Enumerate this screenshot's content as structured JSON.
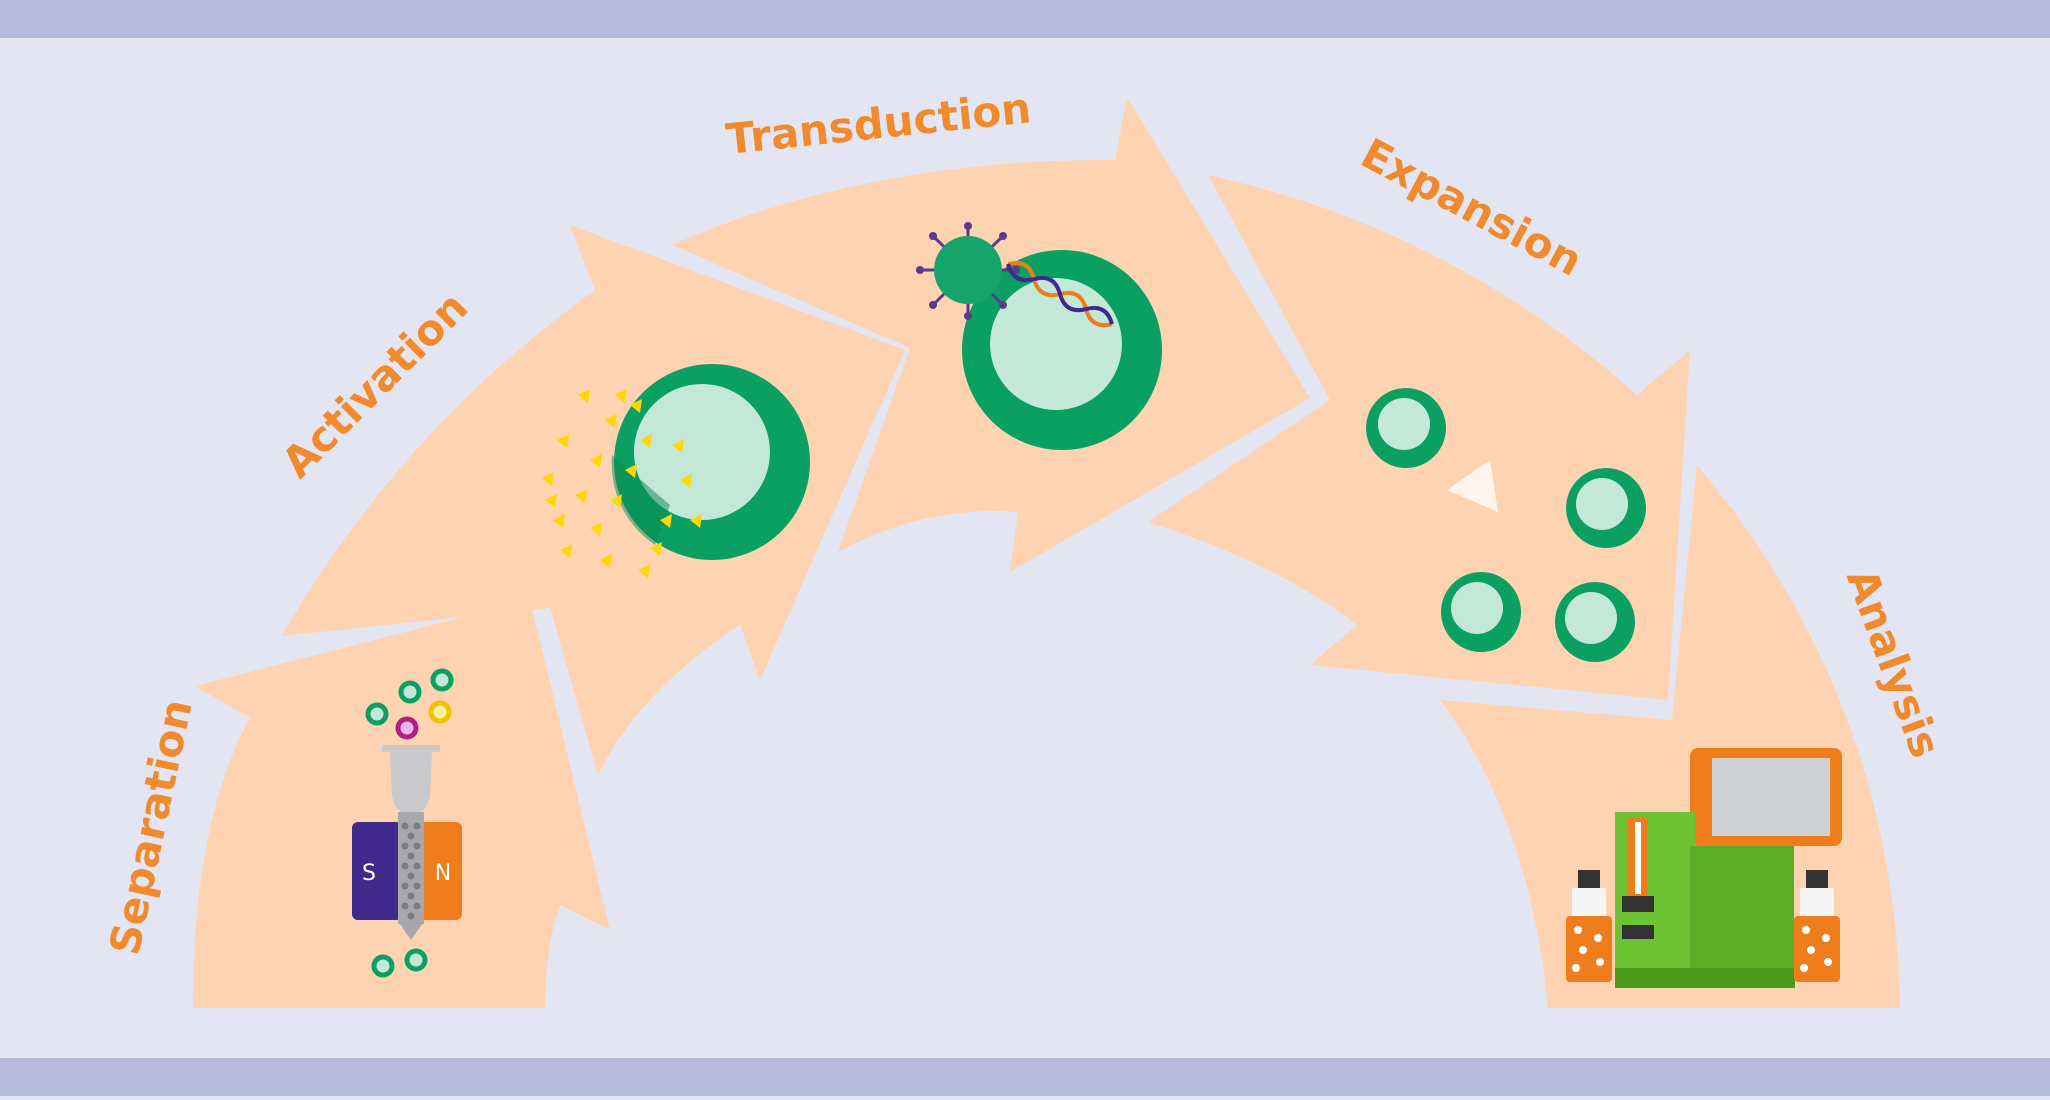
{
  "colors": {
    "background": "#e3e6f2",
    "band": "#b6bbdc",
    "arrow": "#fdd3b2",
    "label": "#f08a2c",
    "cell_ring": "#0aa062",
    "cell_core": "#c4e8d8",
    "antigen": "#ffd800",
    "magnet_s": "#3f2a8c",
    "magnet_n": "#ef7d1c",
    "instrument": "#6cc230",
    "instrument_frame": "#ef7d1c"
  },
  "steps": [
    {
      "label": "Separation",
      "icon": "magnetic-column-icon"
    },
    {
      "label": "Activation",
      "icon": "activated-cell-icon"
    },
    {
      "label": "Transduction",
      "icon": "viral-transduction-icon"
    },
    {
      "label": "Expansion",
      "icon": "cell-expansion-icon"
    },
    {
      "label": "Analysis",
      "icon": "analyzer-instrument-icon"
    }
  ],
  "magnet": {
    "south": "S",
    "north": "N"
  }
}
